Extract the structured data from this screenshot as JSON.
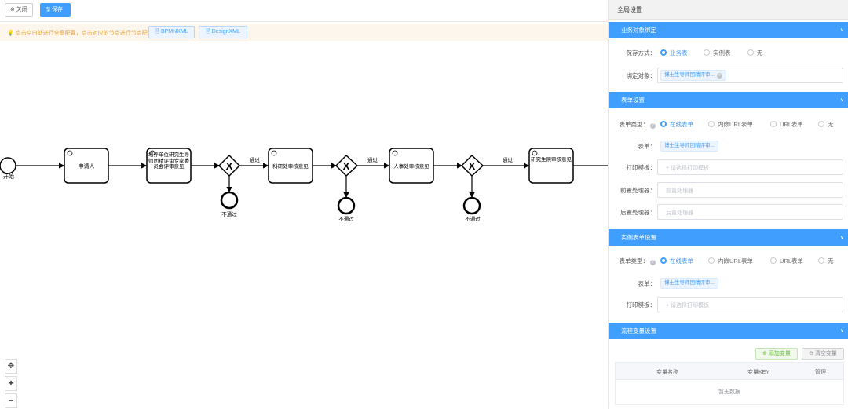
{
  "toolbar": {
    "close_label": "⊗ 关闭",
    "save_label": "🖫 保存"
  },
  "tip": {
    "text": "点击空白处进行全局配置，点击对应的节点进行节点配置",
    "bpmn_label": "BPMNXML",
    "design_label": "DesignXML"
  },
  "diagram": {
    "start_label": "开始",
    "tasks": [
      "申请人",
      "培养单位研究生导师团精评审专家委员会评审意见",
      "科研处审核意见",
      "人事处审核意见",
      "研究生院审核意见"
    ],
    "gateways_pass": "通过",
    "gateways_fail": "不通过"
  },
  "panel": {
    "title": "全局设置",
    "sec1": {
      "title": "业务对象绑定",
      "save_label": "保存方式：",
      "opts": [
        "业务表",
        "实例表",
        "无"
      ],
      "bind_label": "绑定对象：",
      "bind_value": "博士生导师团精评审..."
    },
    "sec2": {
      "title": "表单设置",
      "type_label": "表单类型：",
      "opts": [
        "在线表单",
        "内嵌URL表单",
        "URL表单",
        "无"
      ],
      "form_label": "表单：",
      "form_value": "博士生导师团精评审...",
      "print_label": "打印模板：",
      "print_ph": "+ 请选择打印模板",
      "pre_label": "前置处理器：",
      "pre_ph": "前置处理器",
      "post_label": "后置处理器：",
      "post_ph": "后置处理器"
    },
    "sec3": {
      "title": "实例表单设置",
      "type_label": "表单类型：",
      "opts": [
        "在线表单",
        "内嵌URL表单",
        "URL表单",
        "无"
      ],
      "form_label": "表单：",
      "form_value": "博士生导师团精评审...",
      "print_label": "打印模板：",
      "print_ph": "+ 请选择打印模板"
    },
    "sec4": {
      "title": "流程变量设置",
      "add_label": "⊕ 添加变量",
      "clear_label": "⊖ 清空变量",
      "col_name": "变量名称",
      "col_key": "变量KEY",
      "col_op": "管理",
      "empty": "暂无数据"
    }
  }
}
